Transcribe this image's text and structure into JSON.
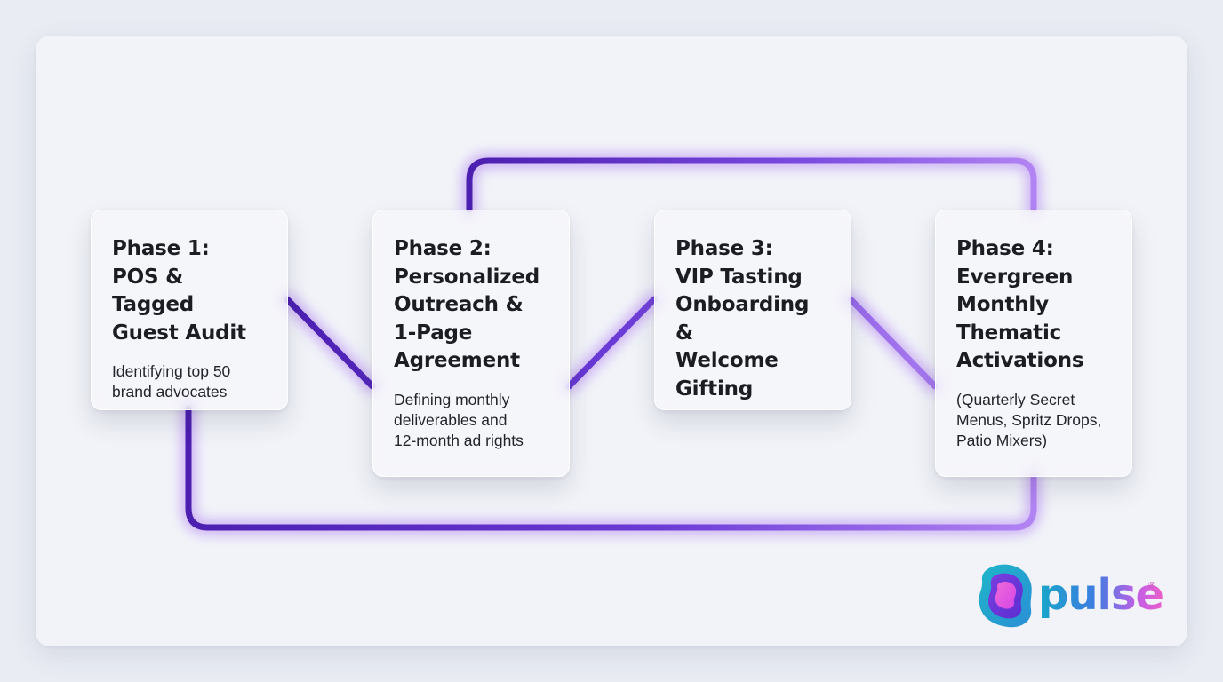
{
  "phases": [
    {
      "title_lines": [
        "Phase 1:",
        "POS & Tagged",
        "Guest Audit"
      ],
      "desc_lines": [
        "Identifying top 50",
        "brand advocates"
      ]
    },
    {
      "title_lines": [
        "Phase 2:",
        "Personalized",
        "Outreach &",
        "1-Page",
        "Agreement"
      ],
      "desc_lines": [
        "Defining monthly",
        "deliverables and",
        "12-month ad rights"
      ]
    },
    {
      "title_lines": [
        "Phase 3:",
        "VIP Tasting",
        "Onboarding &",
        "Welcome",
        "Gifting"
      ],
      "desc_lines": []
    },
    {
      "title_lines": [
        "Phase 4:",
        "Evergreen",
        "Monthly",
        "Thematic",
        "Activations"
      ],
      "desc_lines": [
        "(Quarterly Secret",
        "Menus, Spritz Drops,",
        "Patio Mixers)"
      ]
    }
  ],
  "logo": {
    "text": "pulse",
    "registered_mark": "®"
  },
  "colors": {
    "connector_dark": "#4b1fb0",
    "connector_light": "#b07cf2",
    "glow": "#9b5cf0",
    "logo_teal": "#17a6c9",
    "logo_magenta": "#d84fd6"
  }
}
